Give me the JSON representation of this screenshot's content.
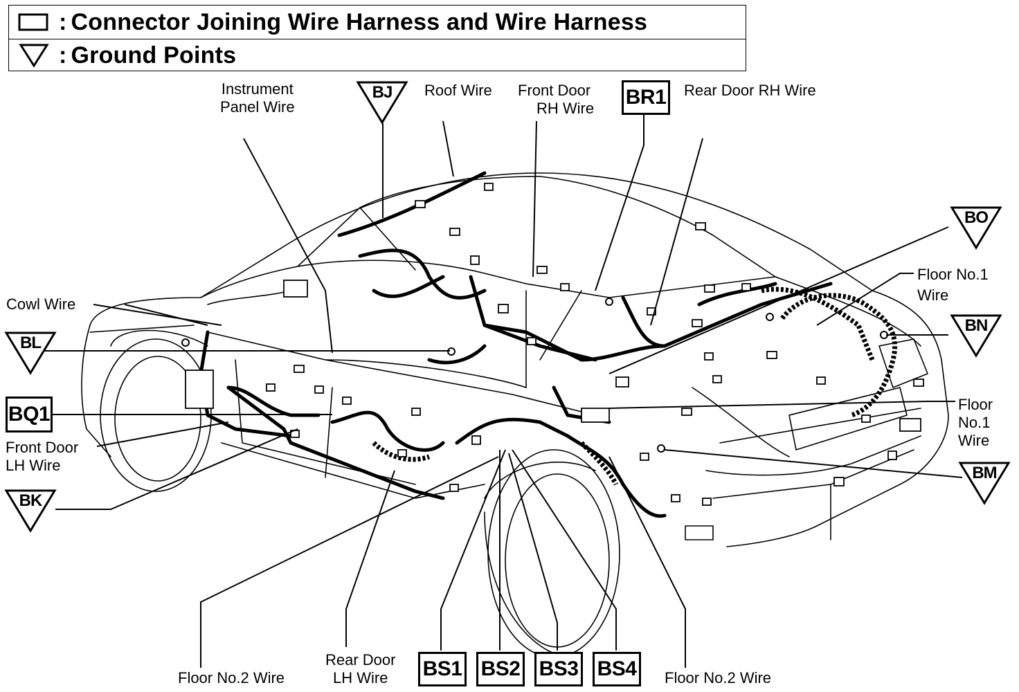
{
  "legend": {
    "connector_text": "Connector Joining Wire Harness and Wire  Harness",
    "ground_text": "Ground Points",
    "colon": ":",
    "connector_icon": "rectangle-icon",
    "ground_icon": "triangle-down-icon"
  },
  "wire_labels": {
    "instrument_panel": [
      "Instrument",
      "Panel Wire"
    ],
    "roof": "Roof Wire",
    "front_door_rh": [
      "Front Door",
      "RH Wire"
    ],
    "rear_door_rh": "Rear Door RH Wire",
    "floor_no1_upper": [
      "Floor No.1",
      "Wire"
    ],
    "cowl": "Cowl Wire",
    "front_door_lh": [
      "Front Door",
      "LH Wire"
    ],
    "floor_no1_lower": [
      "Floor",
      "No.1",
      "Wire"
    ],
    "floor_no2_left": "Floor No.2 Wire",
    "rear_door_lh": [
      "Rear Door",
      "LH Wire"
    ],
    "floor_no2_right": "Floor No.2 Wire"
  },
  "connectors": {
    "br1": "BR1",
    "bq1": "BQ1",
    "bs1": "BS1",
    "bs2": "BS2",
    "bs3": "BS3",
    "bs4": "BS4"
  },
  "grounds": {
    "bj": "BJ",
    "bo": "BO",
    "bn": "BN",
    "bl": "BL",
    "bk": "BK",
    "bm": "BM"
  }
}
